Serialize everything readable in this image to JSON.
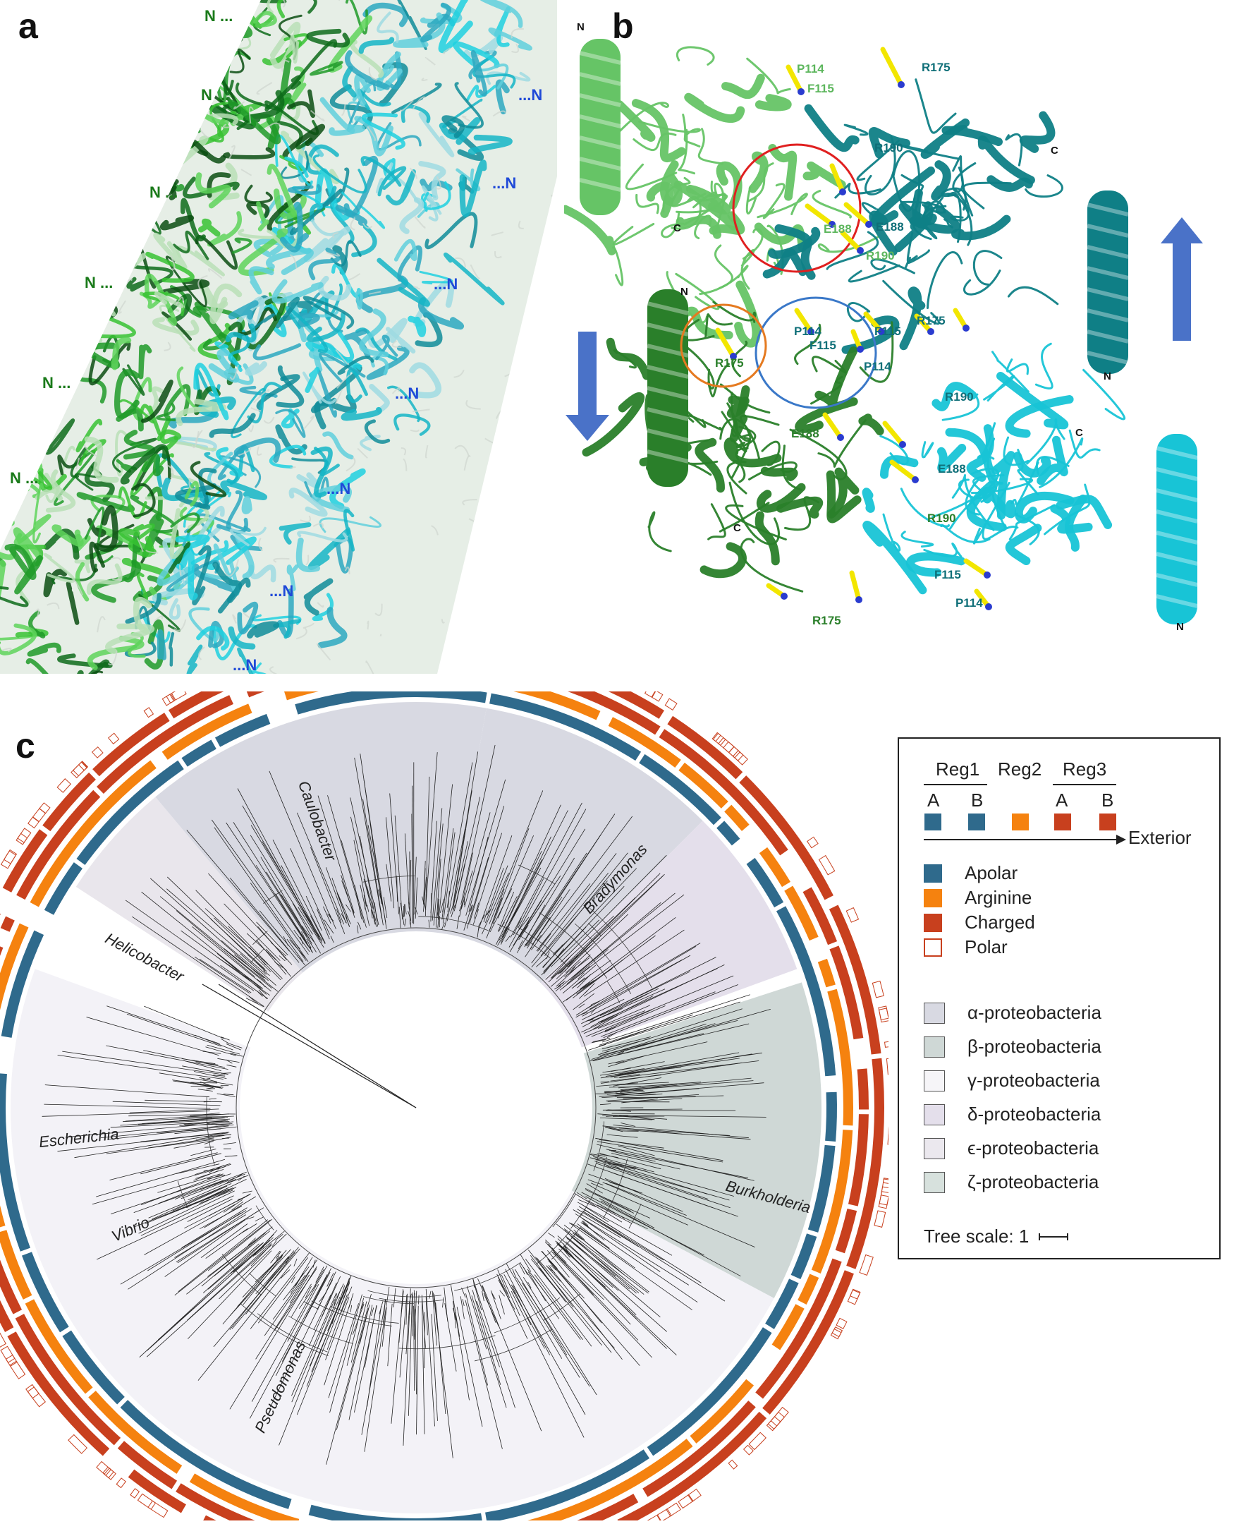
{
  "panels": {
    "a": {
      "label": "a",
      "n_labels": [
        "N",
        "N",
        "N",
        "N",
        "N",
        "N",
        "N"
      ],
      "n_labels_blue": [
        "N",
        "N",
        "N",
        "N",
        "N",
        "N",
        "N",
        "N"
      ]
    },
    "b": {
      "label": "b",
      "residues": [
        "P114",
        "F115",
        "R175",
        "R190",
        "E188",
        "E188",
        "R190",
        "R175",
        "P114",
        "F115",
        "F115",
        "P114",
        "R175",
        "R190",
        "E188",
        "E188",
        "R190",
        "R175",
        "F115",
        "P114"
      ],
      "termini": [
        "N",
        "C",
        "C",
        "N",
        "N",
        "C",
        "C",
        "N",
        "C"
      ],
      "colors": {
        "light_green": "#66c466",
        "dark_green": "#2a7f2a",
        "teal": "#0f7f86",
        "cyan": "#18c4d6",
        "stick": "#f2e600",
        "arrow": "#4a72c8",
        "red_circle": "#e02020",
        "blue_circle": "#3a78c8",
        "orange_circle": "#e57a20"
      }
    },
    "c": {
      "label": "c",
      "clades": [
        "Caulobacter",
        "Bradymonas",
        "Helicobacter",
        "Escherichia",
        "Vibrio",
        "Pseudomonas",
        "Burkholderia"
      ],
      "colors": {
        "apolar": "#2f6a8c",
        "arginine": "#f5820f",
        "charged": "#c8401e",
        "polar": "#c8401e",
        "alpha": "#d8d9e2",
        "beta": "#cfd8d6",
        "gamma": "#f3f2f7",
        "delta": "#e4dfeb",
        "epsilon": "#e9e6ec",
        "zeta": "#d7e1dd"
      }
    }
  },
  "legend": {
    "reg1": "Reg1",
    "reg2": "Reg2",
    "reg3": "Reg3",
    "reg1_a": "A",
    "reg1_b": "B",
    "reg3_a": "A",
    "reg3_b": "B",
    "exterior": "Exterior",
    "items": [
      {
        "label": "Apolar",
        "color": "#2f6a8c",
        "hollow": false
      },
      {
        "label": "Arginine",
        "color": "#f5820f",
        "hollow": false
      },
      {
        "label": "Charged",
        "color": "#c8401e",
        "hollow": false
      },
      {
        "label": "Polar",
        "color": "#c8401e",
        "hollow": true
      }
    ],
    "groups": [
      {
        "label": "α-proteobacteria",
        "color": "#d8d9e2"
      },
      {
        "label": "β-proteobacteria",
        "color": "#cfd8d6"
      },
      {
        "label": "γ-proteobacteria",
        "color": "#f6f5f8"
      },
      {
        "label": "δ-proteobacteria",
        "color": "#e4dfeb"
      },
      {
        "label": "ϵ-proteobacteria",
        "color": "#ebe8ee"
      },
      {
        "label": "ζ-proteobacteria",
        "color": "#d7e1dd"
      }
    ],
    "tree_scale": "Tree scale: 1"
  }
}
